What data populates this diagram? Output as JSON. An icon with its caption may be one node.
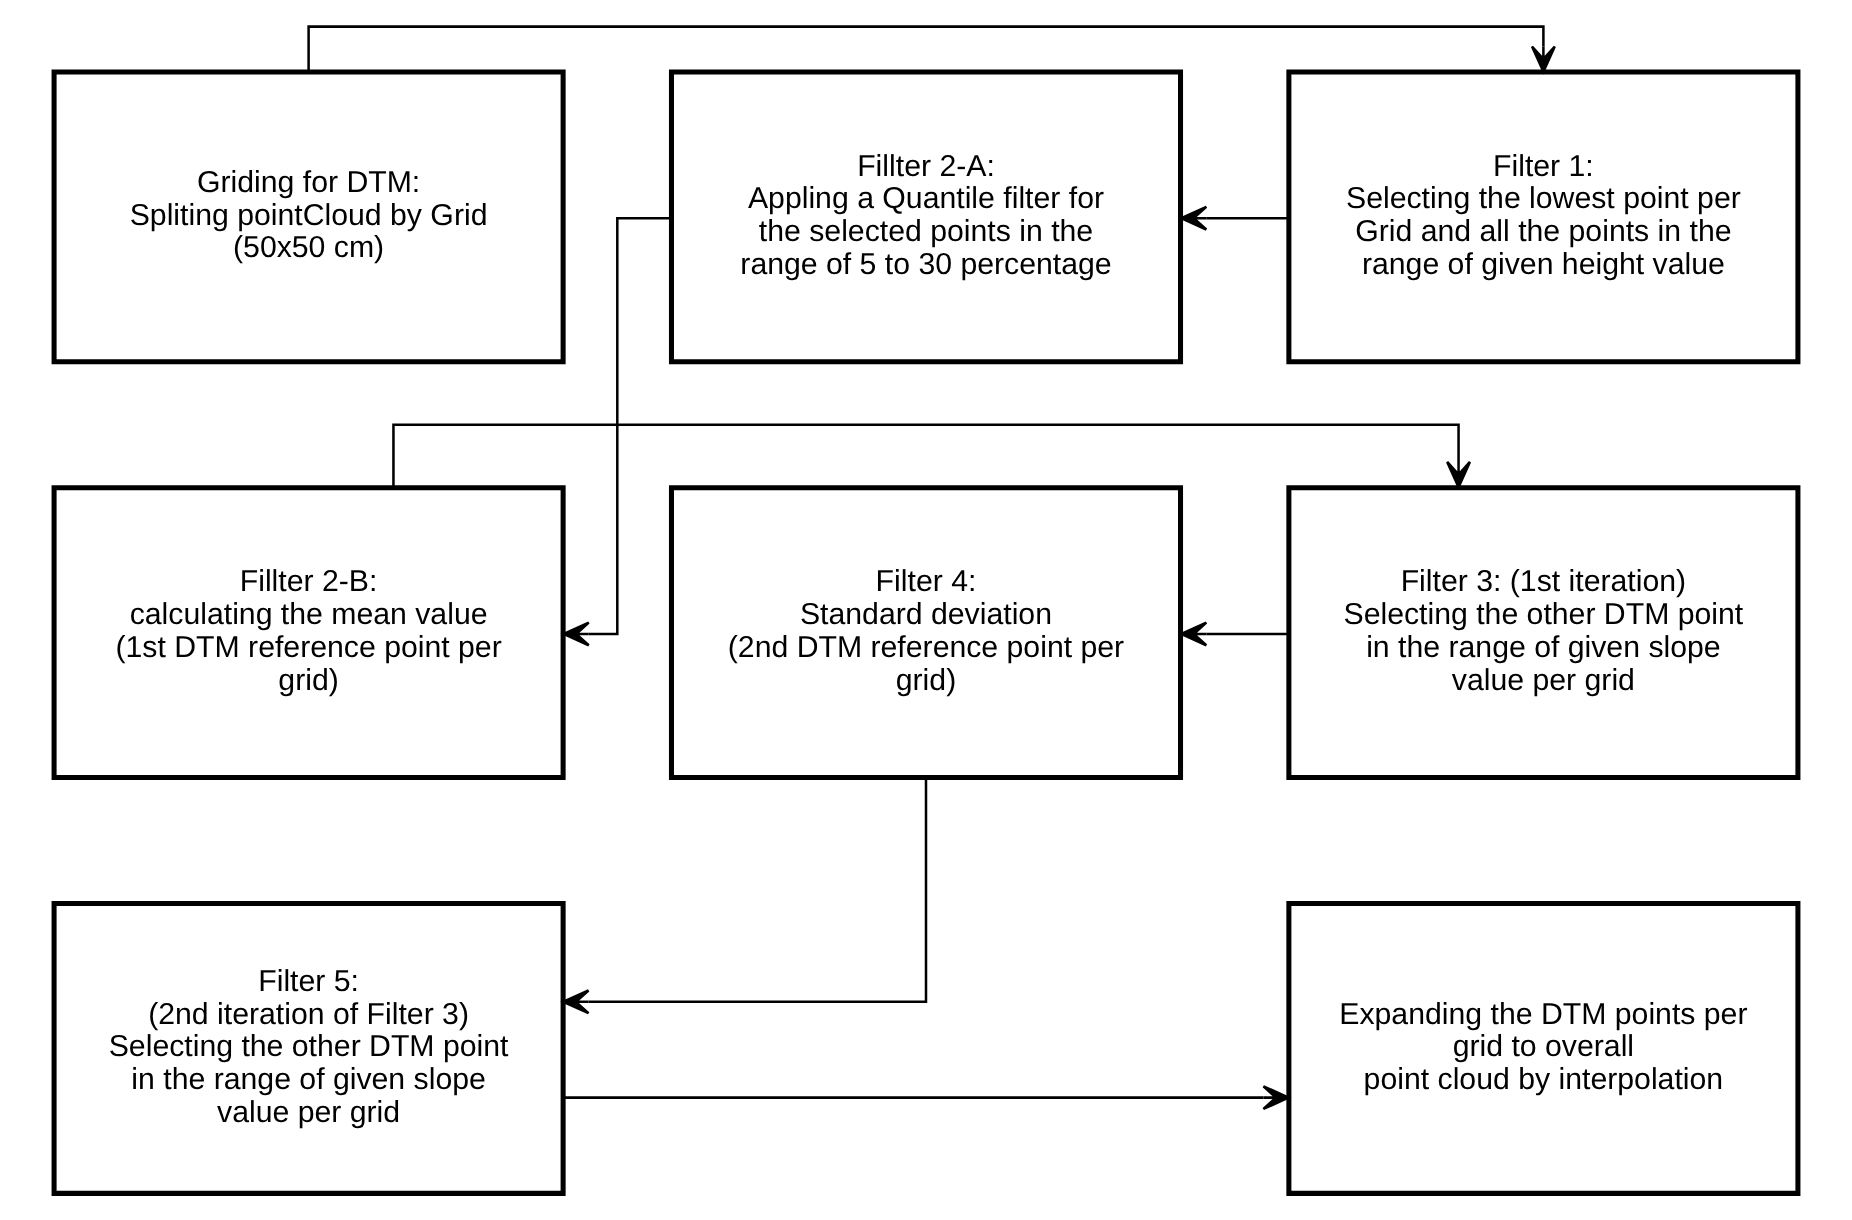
{
  "diagram": {
    "nodes": [
      {
        "text": [
          "Griding for DTM:",
          "Spliting pointCloud by Grid",
          "(50x50 cm)"
        ]
      },
      {
        "text": [
          "Filter 1:",
          "Selecting the lowest point per Grid and all the points in the range of given height value"
        ]
      },
      {
        "text": [
          "Fillter 2-A:",
          "Appling a Quantile filter for the selected points in the range of 5 to 30 percentage"
        ]
      },
      {
        "text": [
          "Fillter 2-B:",
          "calculating the mean value (1st DTM reference point per grid)"
        ]
      },
      {
        "text": [
          "Filter 3: (1st iteration)",
          "Selecting the other DTM point in the range of given slope value per grid"
        ]
      },
      {
        "text": [
          "Filter 4:",
          "Standard deviation",
          "(2nd DTM reference point per grid)"
        ]
      },
      {
        "text": [
          "Filter 5:",
          "(2nd iteration of Filter 3)",
          "Selecting the other DTM point in the range of given slope value per grid"
        ]
      },
      {
        "text": [
          "Expanding the DTM points per grid to overall",
          "point cloud by interpolation"
        ]
      }
    ],
    "edges": [
      {
        "from": 0,
        "to": 1,
        "arrow": "to"
      },
      {
        "from": 1,
        "to": 2,
        "arrow": "to"
      },
      {
        "from": 2,
        "to": 3,
        "arrow": "to"
      },
      {
        "from": 3,
        "to": 4,
        "arrow": "to"
      },
      {
        "from": 4,
        "to": 5,
        "arrow": "to"
      },
      {
        "from": 5,
        "to": 6,
        "arrow": "to"
      },
      {
        "from": 6,
        "to": 7,
        "arrow": "to"
      }
    ]
  }
}
